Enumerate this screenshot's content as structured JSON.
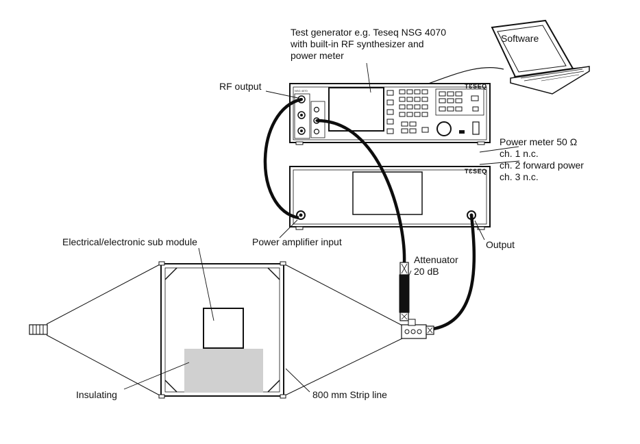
{
  "labels": {
    "test_generator": [
      "Test generator e.g. Teseq NSG 4070",
      "with built-in RF synthesizer and",
      "power meter"
    ],
    "software": "Software",
    "rf_output": "RF output",
    "power_meter": [
      "Power meter 50 Ω",
      "ch. 1 n.c.",
      "ch. 2 forward power",
      "ch. 3 n.c."
    ],
    "amp_input": "Power amplifier input",
    "output": "Output",
    "sub_module": "Electrical/electronic sub module",
    "attenuator": [
      "Attenuator",
      "20 dB"
    ],
    "insulating": "Insulating",
    "strip_line": "800 mm Strip line"
  },
  "brand": {
    "generator": "TƐSEQ",
    "amplifier": "TƐSEQ",
    "model": "NSG 4070"
  },
  "colors": {
    "line": "#111111",
    "cable": "#0d0d0d",
    "insulator_fill": "#d0d0d0",
    "screen_fill": "#ffffff"
  }
}
